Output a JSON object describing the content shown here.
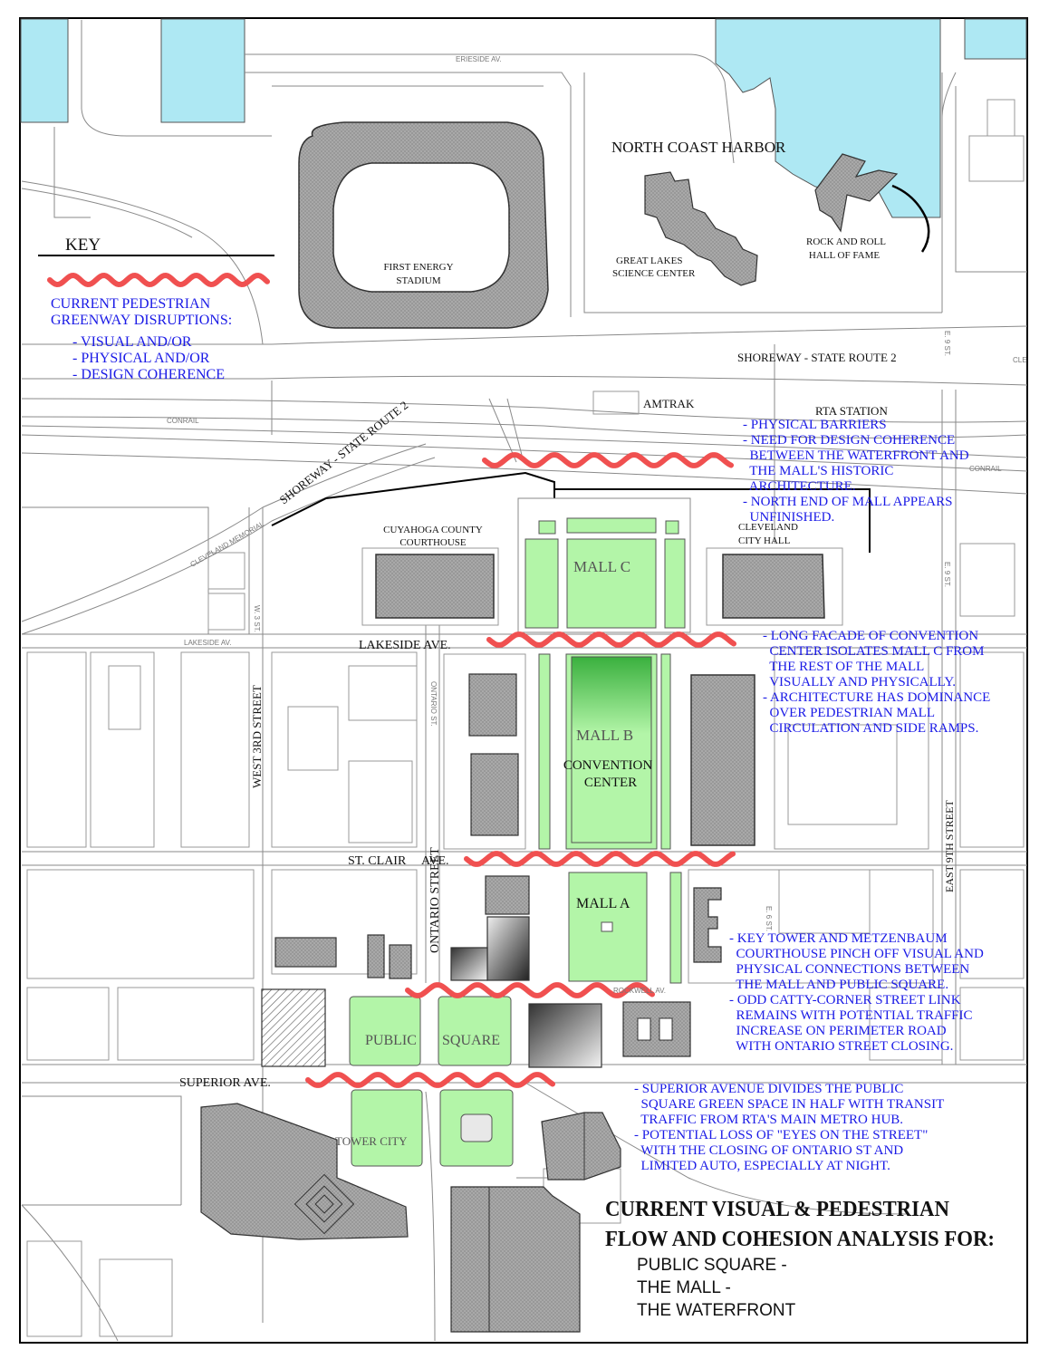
{
  "colors": {
    "water": "#aee8f3",
    "green": "#b3f5a8",
    "green_dark": "#3ab03e",
    "building": "#a9a9a9",
    "disruption": "#f05050",
    "note_text": "#1a1ae6",
    "street_line": "#8a8a8a",
    "frame": "#000000"
  },
  "key": {
    "title": "KEY",
    "legend_lines": [
      "CURRENT PEDESTRIAN",
      "GREENWAY DISRUPTIONS:"
    ],
    "legend_items": [
      "- VISUAL AND/OR",
      "- PHYSICAL AND/OR",
      "- DESIGN COHERENCE"
    ]
  },
  "places": {
    "stadium": [
      "FIRST ENERGY",
      "STADIUM"
    ],
    "harbor": "NORTH COAST HARBOR",
    "science_center": [
      "GREAT LAKES",
      "SCIENCE CENTER"
    ],
    "rock_hall": [
      "ROCK AND ROLL",
      "HALL OF FAME"
    ],
    "amtrak": "AMTRAK",
    "rta_station": "RTA STATION",
    "courthouse": [
      "CUYAHOGA COUNTY",
      "COURTHOUSE"
    ],
    "city_hall": [
      "CLEVELAND",
      "CITY HALL"
    ],
    "mall_c": "MALL  C",
    "mall_b": "MALL  B",
    "convention_center": [
      "CONVENTION",
      "CENTER"
    ],
    "mall_a": "MALL  A",
    "public": "PUBLIC",
    "square": "SQUARE",
    "tower_city": "TOWER CITY"
  },
  "streets": {
    "erieside": "ERIESIDE AV.",
    "shoreway_top": "SHOREWAY - STATE ROUTE 2",
    "shoreway_diag": "SHOREWAY - STATE ROUTE 2",
    "conrail_left": "CONRAIL",
    "conrail_right": "CONRAIL",
    "cleveland_memorial": "CLEVELAND MEMORIAL",
    "w3_small": "W. 3 ST.",
    "lakeside_small": "LAKESIDE AV.",
    "lakeside": "LAKESIDE AVE.",
    "west_3rd": "WEST 3RD STREET",
    "ontario_small": "ONTARIO ST.",
    "ontario": "ONTARIO STREET",
    "st_clair": "ST. CLAIR     AVE.",
    "east_9th": "EAST 9TH STREET",
    "e9_top": "E. 9 ST.",
    "e9_mid": "E. 9 ST.",
    "e6": "E. 6 ST.",
    "rockwell": "ROCKWELL AV.",
    "superior": "SUPERIOR AVE.",
    "cle_right": "CLE"
  },
  "notes": {
    "north": [
      "- PHYSICAL BARRIERS",
      "- NEED FOR DESIGN COHERENCE",
      "  BETWEEN THE WATERFRONT AND",
      "  THE MALL'S HISTORIC",
      "  ARCHITECTURE.",
      "- NORTH END OF MALL APPEARS",
      "  UNFINISHED."
    ],
    "convention": [
      "- LONG FACADE OF CONVENTION",
      "  CENTER ISOLATES MALL C FROM",
      "  THE REST OF THE MALL",
      "  VISUALLY AND PHYSICALLY.",
      "- ARCHITECTURE HAS DOMINANCE",
      "  OVER PEDESTRIAN MALL",
      "  CIRCULATION AND SIDE RAMPS."
    ],
    "keytower": [
      "- KEY TOWER AND METZENBAUM",
      "  COURTHOUSE PINCH OFF VISUAL AND",
      "  PHYSICAL CONNECTIONS BETWEEN",
      "  THE MALL AND PUBLIC SQUARE.",
      "- ODD CATTY-CORNER STREET LINK",
      "  REMAINS WITH POTENTIAL TRAFFIC",
      "  INCREASE ON PERIMETER ROAD",
      "  WITH ONTARIO STREET CLOSING."
    ],
    "superior": [
      "- SUPERIOR AVENUE DIVIDES THE PUBLIC",
      "  SQUARE GREEN SPACE IN HALF WITH TRANSIT",
      "  TRAFFIC FROM RTA'S MAIN METRO HUB.",
      "- POTENTIAL LOSS OF \"EYES ON THE STREET\"",
      "  WITH THE CLOSING OF ONTARIO ST AND",
      "  LIMITED AUTO, ESPECIALLY AT NIGHT."
    ]
  },
  "title": {
    "lines": [
      "CURRENT VISUAL & PEDESTRIAN",
      "FLOW AND COHESION ANALYSIS FOR:"
    ],
    "subjects": [
      "PUBLIC SQUARE -",
      "THE MALL -",
      "THE WATERFRONT"
    ]
  }
}
